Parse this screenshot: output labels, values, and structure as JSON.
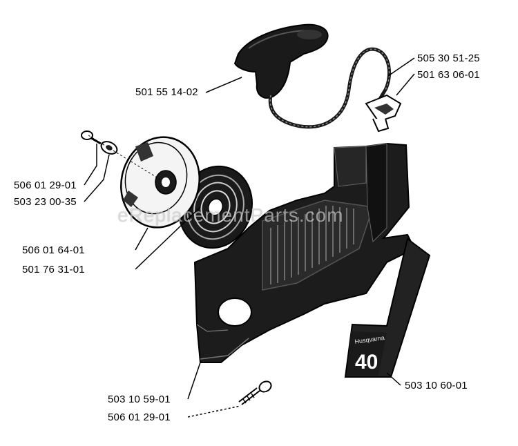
{
  "watermark": "eReplacementParts.com",
  "badge": {
    "brand": "Husqvarna",
    "model": "40"
  },
  "part_labels": {
    "handle": "501 55 14-02",
    "rope": "505 30 51-25",
    "bushing": "501 63 06-01",
    "screw_top": "506 01 29-01",
    "washer": "503 23 00-35",
    "pulley": "506 01 64-01",
    "spring": "501 76 31-01",
    "cover_part": "503 10 59-01",
    "screw_bottom": "506 01 29-01",
    "decal": "503 10 60-01"
  }
}
